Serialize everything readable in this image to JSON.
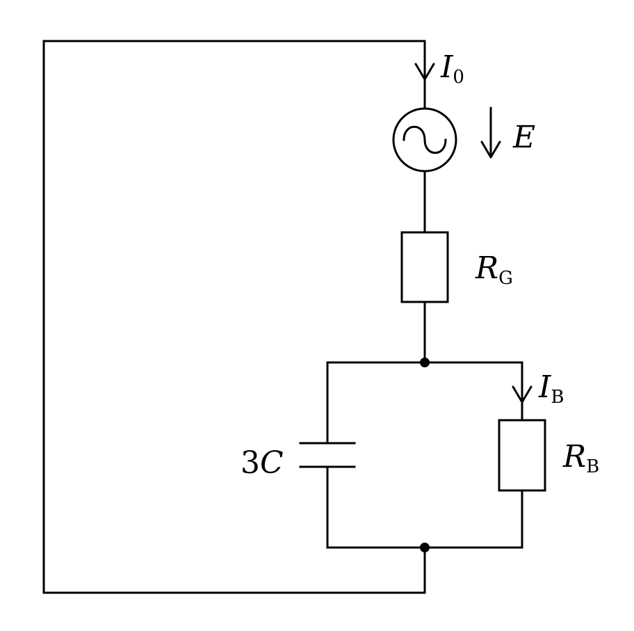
{
  "labels": {
    "source_current": {
      "symbol": "I",
      "subscript": "0"
    },
    "source_emf": {
      "symbol": "E"
    },
    "source_resistor": {
      "symbol": "R",
      "subscript": "G"
    },
    "load_current": {
      "symbol": "I",
      "subscript": "B"
    },
    "load_resistor": {
      "symbol": "R",
      "subscript": "B"
    },
    "capacitor": {
      "coefficient": "3",
      "symbol": "C"
    }
  },
  "components": {
    "ac_source": "ac-source-icon",
    "resistors": 2,
    "capacitors": 1,
    "junctions": 2
  }
}
